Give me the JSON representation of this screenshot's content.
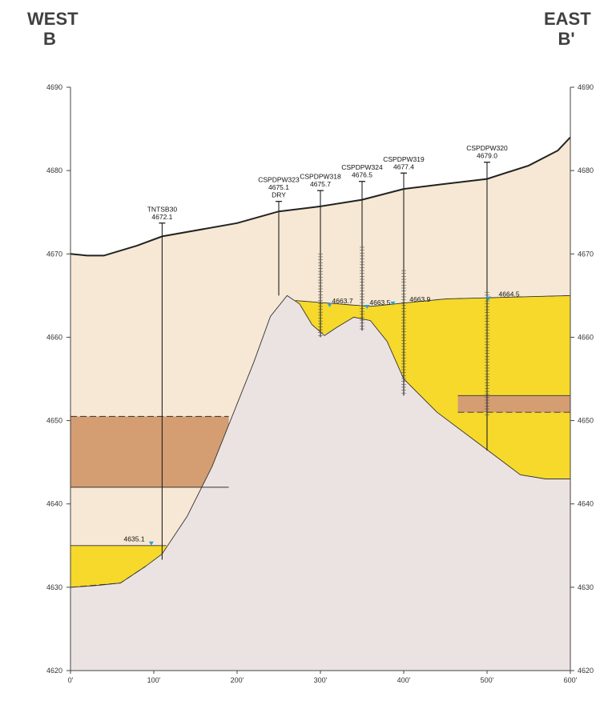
{
  "header": {
    "west_dir": "WEST",
    "west_letter": "B",
    "east_dir": "EAST",
    "east_letter": "B'"
  },
  "colors": {
    "upper_unit": "#f6e8d4",
    "saturated_sand": "#f6d92a",
    "clay_band": "#d49d72",
    "bedrock": "#ebe3e2",
    "water_level_marker": "#2aa0d6",
    "surface_line": "#222222"
  },
  "chart_data": {
    "type": "cross-section",
    "xlim": [
      0,
      600
    ],
    "ylim": [
      4620,
      4690
    ],
    "x_ticks": [
      0,
      100,
      200,
      300,
      400,
      500,
      600
    ],
    "x_tick_labels": [
      "0'",
      "100'",
      "200'",
      "300'",
      "400'",
      "500'",
      "600'"
    ],
    "y_ticks": [
      4620,
      4630,
      4640,
      4650,
      4660,
      4670,
      4680,
      4690
    ],
    "y_tick_labels": [
      "4620",
      "4630",
      "4640",
      "4650",
      "4660",
      "4670",
      "4680",
      "4690"
    ],
    "ground_surface": [
      [
        0,
        4670
      ],
      [
        20,
        4669.8
      ],
      [
        40,
        4669.8
      ],
      [
        80,
        4671
      ],
      [
        110,
        4672.1
      ],
      [
        200,
        4673.7
      ],
      [
        250,
        4675.1
      ],
      [
        300,
        4675.7
      ],
      [
        350,
        4676.5
      ],
      [
        400,
        4677.8
      ],
      [
        450,
        4678.4
      ],
      [
        500,
        4679
      ],
      [
        550,
        4680.6
      ],
      [
        585,
        4682.4
      ],
      [
        600,
        4684
      ]
    ],
    "bedrock_surface": [
      [
        0,
        4630
      ],
      [
        30,
        4630.2
      ],
      [
        60,
        4630.5
      ],
      [
        90,
        4632.5
      ],
      [
        110,
        4634
      ],
      [
        140,
        4638.5
      ],
      [
        170,
        4644.5
      ],
      [
        200,
        4652
      ],
      [
        220,
        4657
      ],
      [
        240,
        4662.5
      ],
      [
        260,
        4665
      ],
      [
        275,
        4664
      ],
      [
        290,
        4661.5
      ],
      [
        305,
        4660.2
      ],
      [
        320,
        4661.2
      ],
      [
        340,
        4662.4
      ],
      [
        360,
        4662
      ],
      [
        380,
        4659.5
      ],
      [
        400,
        4655
      ],
      [
        440,
        4651
      ],
      [
        500,
        4646.5
      ],
      [
        540,
        4643.5
      ],
      [
        570,
        4643
      ],
      [
        600,
        4643
      ]
    ],
    "clay_band": {
      "west": {
        "x_end": 190,
        "top_elev": 4650.5,
        "bottom_elev": 4642
      },
      "east": {
        "x_start": 465,
        "top_elev": 4653,
        "bottom_elev": 4651
      }
    },
    "west_sand": {
      "x_end": 115,
      "top_elev": 4635,
      "bottom_elev": 4630
    },
    "east_sand_top": [
      [
        270,
        4664.4
      ],
      [
        360,
        4663.7
      ],
      [
        450,
        4664.6
      ],
      [
        600,
        4665
      ]
    ],
    "wells": [
      {
        "id": "TNTSB30",
        "elevation_label": "4672.1",
        "note": "",
        "x": 110,
        "top": 4673.7,
        "bottom": 4633.3,
        "screen_top": null,
        "screen_bottom": null
      },
      {
        "id": "CSPDPW323",
        "elevation_label": "4675.1",
        "note": "DRY",
        "x": 250,
        "top": 4676.3,
        "bottom": 4665,
        "screen_top": null,
        "screen_bottom": null
      },
      {
        "id": "CSPDPW318",
        "elevation_label": "4675.7",
        "note": "",
        "x": 300,
        "top": 4677.6,
        "bottom": 4660,
        "screen_top": 4670,
        "screen_bottom": 4660
      },
      {
        "id": "CSPDPW324",
        "elevation_label": "4676.5",
        "note": "",
        "x": 350,
        "top": 4678.7,
        "bottom": 4660.8,
        "screen_top": 4670.8,
        "screen_bottom": 4660.8
      },
      {
        "id": "CSPDPW319",
        "elevation_label": "4677.4",
        "note": "",
        "x": 400,
        "top": 4679.7,
        "bottom": 4653,
        "screen_top": 4668,
        "screen_bottom": 4653
      },
      {
        "id": "CSPDPW320",
        "elevation_label": "4679.0",
        "note": "",
        "x": 500,
        "top": 4681,
        "bottom": 4646.4,
        "screen_top": 4665.4,
        "screen_bottom": 4650.5
      }
    ],
    "water_levels": [
      {
        "label": "4635.1",
        "x": 97,
        "elev": 4635.1,
        "text_x": 64
      },
      {
        "label": "4663.7",
        "x": 311,
        "elev": 4663.7,
        "text_x": 314
      },
      {
        "label": "4663.5",
        "x": 356,
        "elev": 4663.5,
        "text_x": 359
      },
      {
        "label": "4663.9",
        "x": 387,
        "elev": 4663.9,
        "text_x": 407
      },
      {
        "label": "4664.5",
        "x": 502,
        "elev": 4664.5,
        "text_x": 514
      }
    ]
  }
}
